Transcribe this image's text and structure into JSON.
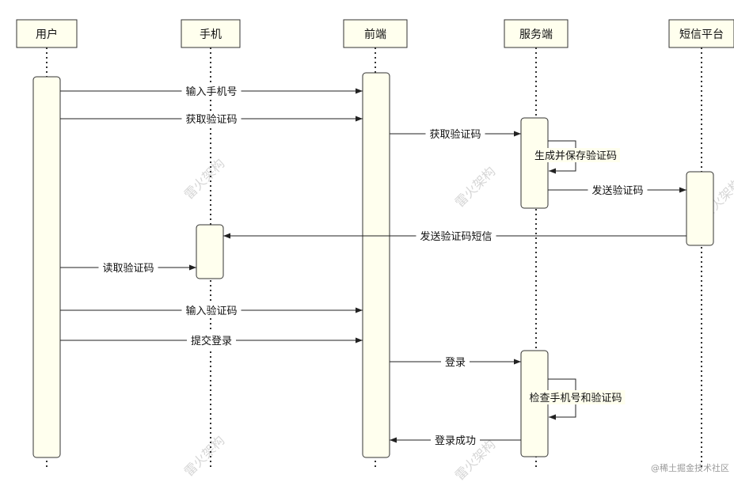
{
  "colors": {
    "box_fill": "#ffffee",
    "stroke": "#333333",
    "line": "#222222",
    "watermark": "#d6d6d6"
  },
  "participants": [
    {
      "id": "user",
      "label": "用户"
    },
    {
      "id": "phone",
      "label": "手机"
    },
    {
      "id": "frontend",
      "label": "前端"
    },
    {
      "id": "server",
      "label": "服务端"
    },
    {
      "id": "sms",
      "label": "短信平台"
    }
  ],
  "messages": [
    {
      "label": "输入手机号",
      "from": "user",
      "to": "frontend"
    },
    {
      "label": "获取验证码",
      "from": "user",
      "to": "frontend"
    },
    {
      "label": "获取验证码",
      "from": "frontend",
      "to": "server"
    },
    {
      "label": "生成并保存验证码",
      "from": "server",
      "to": "server"
    },
    {
      "label": "发送验证码",
      "from": "server",
      "to": "sms"
    },
    {
      "label": "发送验证码短信",
      "from": "sms",
      "to": "phone"
    },
    {
      "label": "读取验证码",
      "from": "user",
      "to": "phone"
    },
    {
      "label": "输入验证码",
      "from": "user",
      "to": "frontend"
    },
    {
      "label": "提交登录",
      "from": "user",
      "to": "frontend"
    },
    {
      "label": "登录",
      "from": "frontend",
      "to": "server"
    },
    {
      "label": "检查手机号和验证码",
      "from": "server",
      "to": "server"
    },
    {
      "label": "登录成功",
      "from": "server",
      "to": "frontend"
    }
  ],
  "watermark": "雷火架构",
  "credit": "@稀土掘金技术社区"
}
